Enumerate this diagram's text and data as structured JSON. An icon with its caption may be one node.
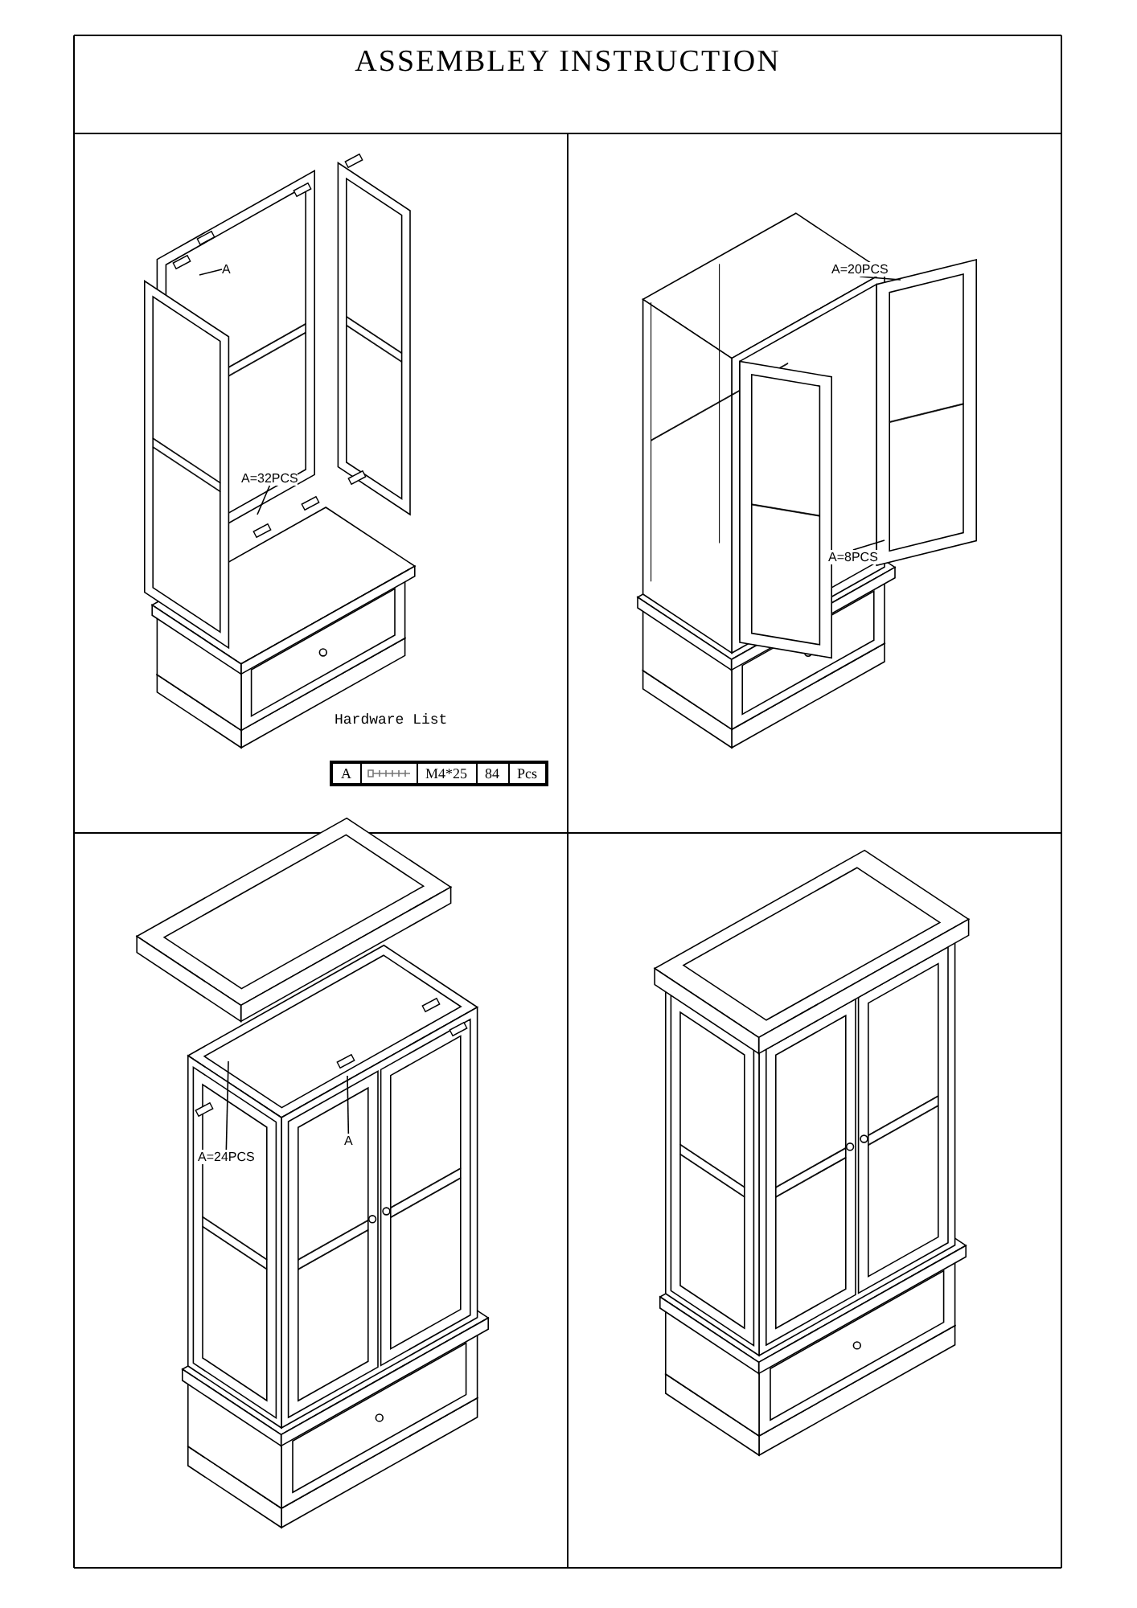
{
  "diagram": {
    "title": "ASSEMBLEY INSTRUCTION",
    "nodes": [
      {
        "text": [
          "A"
        ]
      },
      {
        "text": [
          "A=32PCS"
        ]
      },
      {
        "text": [
          "A=20PCS"
        ]
      },
      {
        "text": [
          "A=8PCS"
        ]
      },
      {
        "text": [
          "A=24PCS"
        ]
      },
      {
        "text": [
          "A"
        ]
      }
    ],
    "edges": [
      {
        "from": 0,
        "to": null,
        "arrow": "none"
      },
      {
        "from": 1,
        "to": null,
        "arrow": "none"
      },
      {
        "from": 2,
        "to": null,
        "arrow": "none"
      },
      {
        "from": 3,
        "to": null,
        "arrow": "none"
      },
      {
        "from": 4,
        "to": null,
        "arrow": "none"
      },
      {
        "from": 5,
        "to": null,
        "arrow": "none"
      }
    ],
    "labels": [
      "Hardware List",
      "A",
      "M4*25",
      "84",
      "Pcs"
    ]
  }
}
